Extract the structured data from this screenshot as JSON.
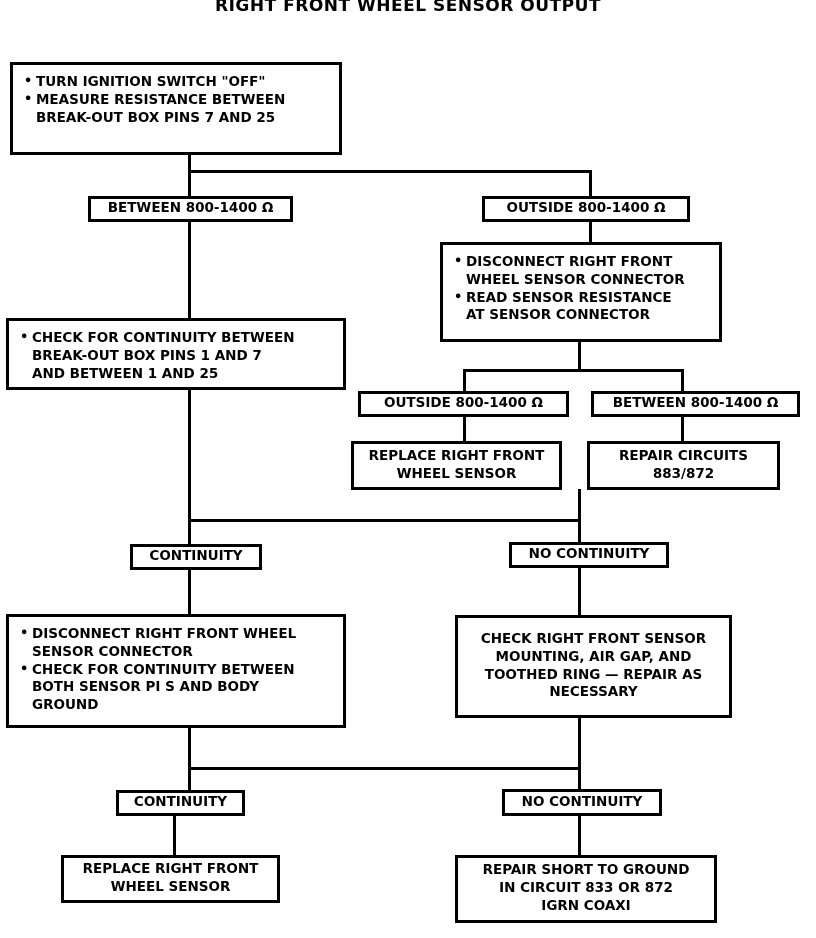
{
  "diagram": {
    "title": "RIGHT FRONT WHEEL SENSOR OUTPUT",
    "type": "troubleshooting-flowchart",
    "nodes": {
      "start": {
        "id": "start",
        "kind": "action",
        "bullets": [
          "TURN IGNITION SWITCH \"OFF\"",
          "MEASURE RESISTANCE BETWEEN\nBREAK-OUT BOX PINS 7 AND 25"
        ]
      },
      "between_1": {
        "id": "between_1",
        "kind": "result",
        "text": "BETWEEN 800-1400 Ω"
      },
      "outside_1": {
        "id": "outside_1",
        "kind": "result",
        "text": "OUTSIDE 800-1400 Ω"
      },
      "disconnect_sensor": {
        "id": "disconnect_sensor",
        "kind": "action",
        "bullets": [
          "DISCONNECT RIGHT FRONT\nWHEEL SENSOR CONNECTOR",
          "READ SENSOR RESISTANCE\nAT SENSOR CONNECTOR"
        ]
      },
      "check_continuity": {
        "id": "check_continuity",
        "kind": "action",
        "bullets": [
          "CHECK FOR CONTINUITY BETWEEN\nBREAK-OUT BOX PINS 1 AND 7\nAND BETWEEN 1 AND 25"
        ]
      },
      "outside_2": {
        "id": "outside_2",
        "kind": "result",
        "text": "OUTSIDE 800-1400 Ω"
      },
      "between_2": {
        "id": "between_2",
        "kind": "result",
        "text": "BETWEEN 800-1400 Ω"
      },
      "replace_sensor_1": {
        "id": "replace_sensor_1",
        "kind": "terminal",
        "text": "REPLACE RIGHT FRONT\nWHEEL SENSOR"
      },
      "repair_circuits": {
        "id": "repair_circuits",
        "kind": "terminal",
        "text": "REPAIR CIRCUITS\n883/872"
      },
      "continuity_1": {
        "id": "continuity_1",
        "kind": "result",
        "text": "CONTINUITY"
      },
      "no_continuity_1": {
        "id": "no_continuity_1",
        "kind": "result",
        "text": "NO CONTINUITY"
      },
      "disconnect_check": {
        "id": "disconnect_check",
        "kind": "action",
        "bullets": [
          "DISCONNECT RIGHT FRONT WHEEL\nSENSOR CONNECTOR",
          "CHECK FOR CONTINUITY BETWEEN\nBOTH SENSOR PI  S AND BODY\nGROUND"
        ]
      },
      "check_mounting": {
        "id": "check_mounting",
        "kind": "terminal",
        "text": "CHECK RIGHT FRONT SENSOR\nMOUNTING, AIR GAP, AND\nTOOTHED RING — REPAIR AS\nNECESSARY"
      },
      "continuity_2": {
        "id": "continuity_2",
        "kind": "result",
        "text": "CONTINUITY"
      },
      "no_continuity_2": {
        "id": "no_continuity_2",
        "kind": "result",
        "text": "NO CONTINUITY"
      },
      "replace_sensor_2": {
        "id": "replace_sensor_2",
        "kind": "terminal",
        "text": "REPLACE RIGHT FRONT\nWHEEL SENSOR"
      },
      "repair_short": {
        "id": "repair_short",
        "kind": "terminal",
        "text": "REPAIR SHORT TO GROUND\nIN CIRCUIT 833 OR 872\nIGRN COAXI"
      }
    }
  }
}
